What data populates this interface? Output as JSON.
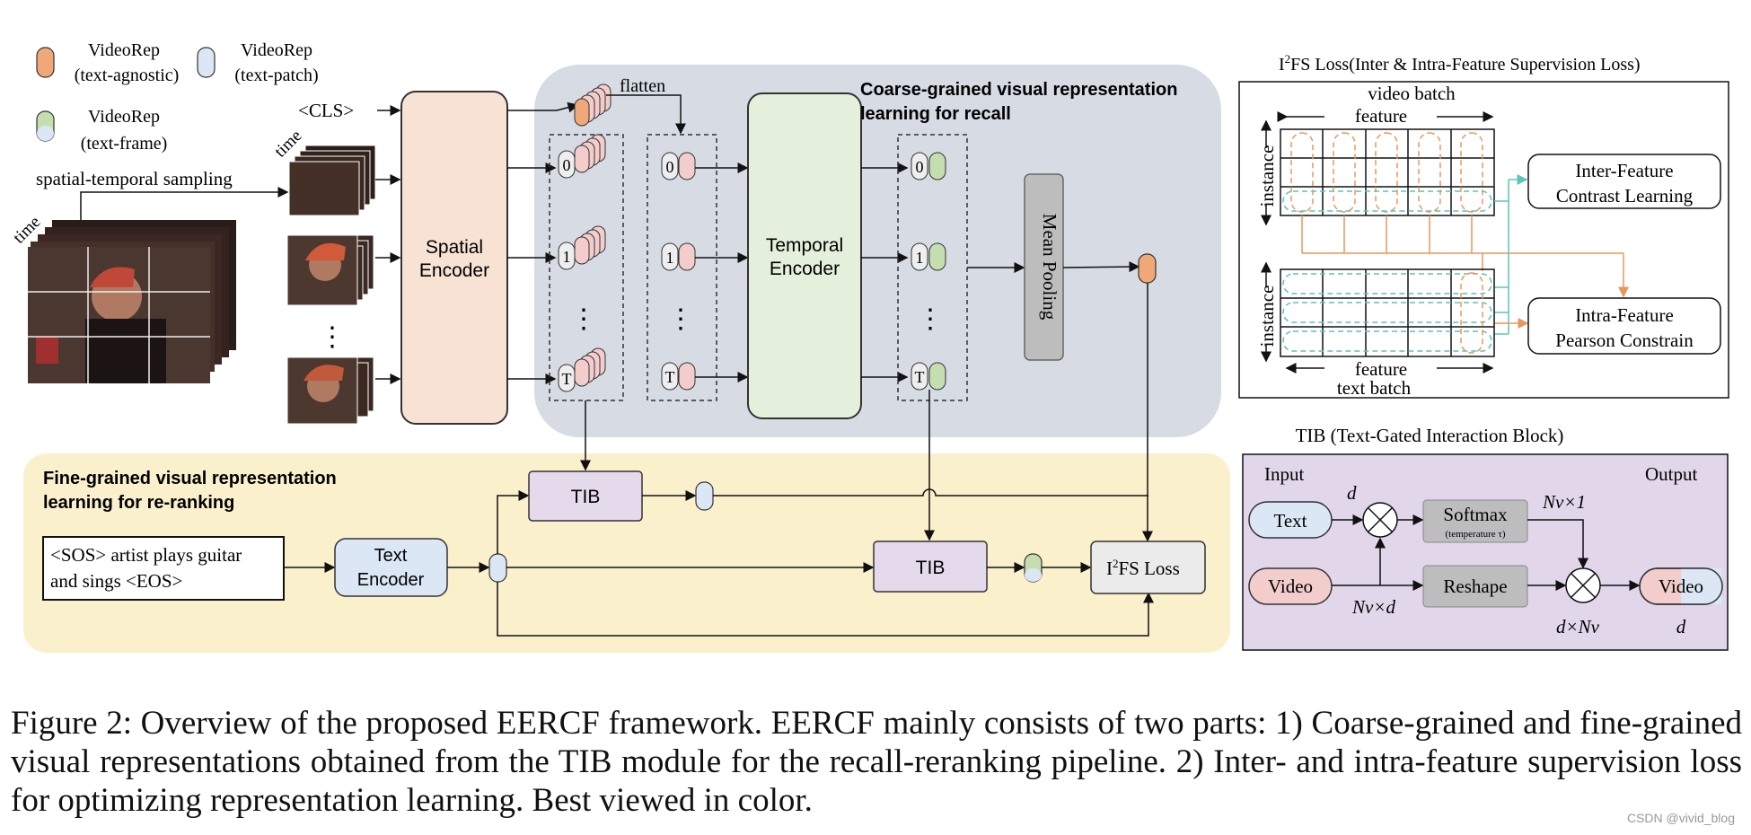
{
  "legend": {
    "agnostic": [
      "VideoRep",
      "(text-agnostic)"
    ],
    "patch": [
      "VideoRep",
      "(text-patch)"
    ],
    "frame": [
      "VideoRep",
      "(text-frame)"
    ]
  },
  "input": {
    "cls": "<CLS>",
    "sampling": "spatial-temporal sampling",
    "time": "time"
  },
  "encoders": {
    "spatial": [
      "Spatial",
      "Encoder"
    ],
    "temporal": [
      "Temporal",
      "Encoder"
    ],
    "text": [
      "Text",
      "Encoder"
    ],
    "mean_pooling": "Mean Pooling"
  },
  "tokens": {
    "zero": "0",
    "one": "1",
    "t": "T",
    "flatten": "flatten"
  },
  "regions": {
    "coarse": [
      "Coarse-grained visual representation",
      "learning for recall"
    ],
    "fine": [
      "Fine-grained visual representation",
      "learning for re-ranking"
    ]
  },
  "text_input": [
    "<SOS> artist plays guitar",
    "and sings <EOS>"
  ],
  "tib": "TIB",
  "loss_label": "FS Loss",
  "i2fs": {
    "title_main": "FS Loss(Inter & Intra-Feature Supervision Loss)",
    "video_batch": "video batch",
    "feature": "feature",
    "instance": "instance",
    "text_batch": "text batch",
    "inter": [
      "Inter-Feature",
      "Contrast Learning"
    ],
    "intra": [
      "Intra-Feature",
      "Pearson Constrain"
    ]
  },
  "tib_block": {
    "title": "TIB (Text-Gated Interaction Block)",
    "input": "Input",
    "output": "Output",
    "text": "Text",
    "video_in": "Video",
    "video_out": "Video",
    "softmax": "Softmax",
    "softmax_sub": "(temperature τ)",
    "reshape": "Reshape",
    "d": "d",
    "nv1": "Nv×1",
    "nvd": "Nv×d",
    "dnv": "d×Nv",
    "d_out": "d"
  },
  "caption": "Figure 2: Overview of the proposed EERCF framework. EERCF mainly consists of two parts: 1) Coarse-grained and fine-grained visual representations obtained from the TIB module for the recall-reranking pipeline. 2) Inter- and intra-feature supervision loss for optimizing representation learning. Best viewed in color.",
  "watermark": "CSDN @vivid_blog",
  "colors": {
    "agnostic": "#f0a878",
    "patch": "#f3cccc",
    "frame": "#c4deb0",
    "text_rep": "#dbe7f4",
    "coarse_bg": "#d6dbe4",
    "fine_bg": "#fbf0cc",
    "spatial": "#f8e2d4",
    "temporal": "#e5f0dc",
    "tib": "#e5daec",
    "tib_block_bg": "#e2d7ea",
    "orange": "#e8975c",
    "teal": "#5fc4b8"
  }
}
